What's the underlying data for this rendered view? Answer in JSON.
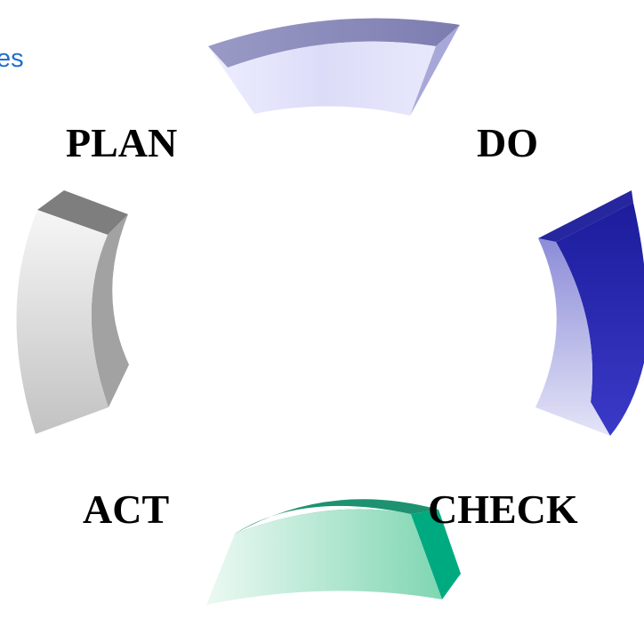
{
  "corner_text": "es",
  "stages": {
    "plan": "PLAN",
    "do": "DO",
    "act": "ACT",
    "check": "CHECK"
  },
  "colors": {
    "top_segment": "#dcdcf8",
    "do_segment": "#3333b8",
    "plan_segment": "#a8a8a8",
    "check_segment": "#1a9a78",
    "accent_text": "#1f6fd0"
  }
}
